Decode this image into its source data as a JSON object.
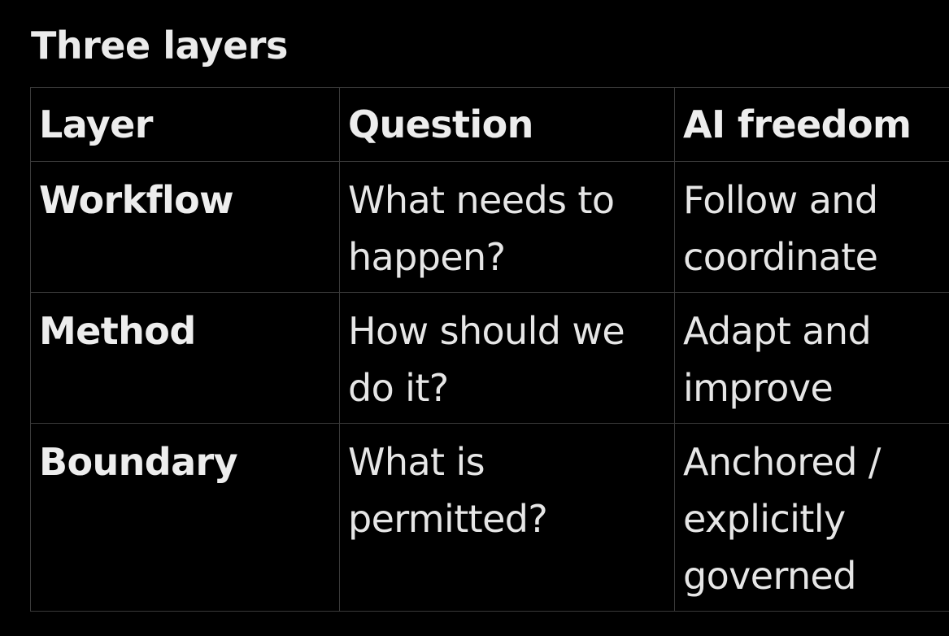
{
  "title": "Three layers",
  "table": {
    "headers": [
      "Layer",
      "Question",
      "AI freedom"
    ],
    "rows": [
      {
        "layer": "Workflow",
        "question": "What needs to happen?",
        "freedom": "Follow and coordinate"
      },
      {
        "layer": "Method",
        "question": "How should we do it?",
        "freedom": "Adapt and improve"
      },
      {
        "layer": "Boundary",
        "question": "What is permitted?",
        "freedom": "Anchored / explicitly governed"
      }
    ]
  },
  "colors": {
    "background": "#000000",
    "text": "#e8e8e8",
    "border": "#3a3a3a"
  }
}
